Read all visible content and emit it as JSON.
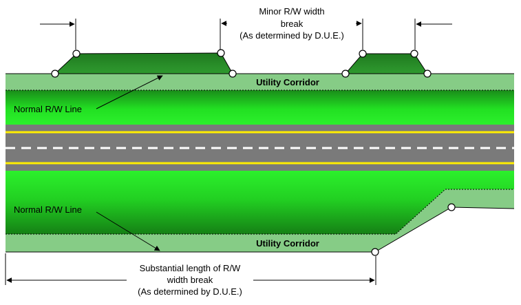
{
  "labels": {
    "upper_corridor": "Utility Corridor",
    "lower_corridor": "Utility Corridor",
    "upper_rw_line": "Normal R/W Line",
    "lower_rw_line": "Normal R/W Line",
    "minor_break_line1": "Minor R/W width",
    "minor_break_line2": "break",
    "minor_break_line3": "(As determined by D.U.E.)",
    "substantial_line1": "Substantial length of R/W",
    "substantial_line2": "width break",
    "substantial_line3": "(As determined by D.U.E.)"
  },
  "colors": {
    "corridor_light_green": "#88cc88",
    "right_of_way_green": "#1ea01e",
    "bright_green": "#22ee22",
    "bump_dark_green": "#228822",
    "road_gray": "#7a7a7a",
    "edge_line_yellow": "#ffee00",
    "center_line_white": "#ffffff"
  }
}
